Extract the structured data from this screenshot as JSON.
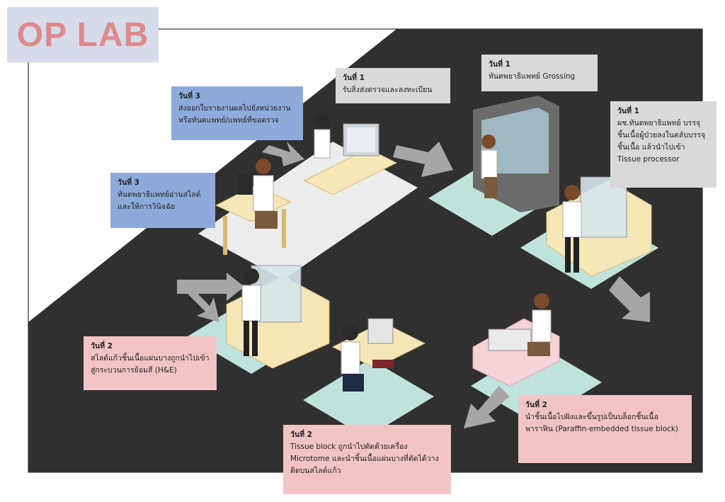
{
  "logo": {
    "text": "OP LAB"
  },
  "colors": {
    "floor_dark": "#303030",
    "tile": "#bfe3dc",
    "light_floor": "#e8e8e8",
    "arrow": "#a6a6a6",
    "note_gray": "#d9d9d9",
    "note_blue": "#8eaadb",
    "note_pink": "#f2c4c6"
  },
  "steps": [
    {
      "id": "receive",
      "day": "วันที่ 1",
      "text": "รับสิ่งส่งตรวจและลงทะเบียน"
    },
    {
      "id": "grossing",
      "day": "วันที่ 1",
      "text": "ทันตพยาธิแพทย์ Grossing"
    },
    {
      "id": "processor",
      "day": "วันที่ 1",
      "text": "ผช.ทันตพยาธิแพทย์ บรรจุชิ้นเนื้อผู้ป่วยลงในตลับบรรจุชิ้นเนื้อ แล้วนำไปเข้า Tissue processor"
    },
    {
      "id": "embedding",
      "day": "วันที่ 2",
      "text": "นำชิ้นเนื้อไปฝังและขึ้นรูปเป็นบล็อกชิ้นเนื้อพาราฟิน (Paraffin-embedded tissue block)"
    },
    {
      "id": "microtome",
      "day": "วันที่ 2",
      "text": "Tissue block ถูกนำไปตัดด้วยเครื่อง Microtome และนำชิ้นเนื้อแผ่นบางที่ตัดได้วางติดบนสไลด์แก้ว"
    },
    {
      "id": "staining",
      "day": "วันที่ 2",
      "text": "สไลด์แก้วชิ้นเนื้อแผ่นบางถูกนำไปเข้าสู่กระบวนการย้อมสี (H&E)"
    },
    {
      "id": "diagnosis",
      "day": "วันที่ 3",
      "text": "ทันตพยาธิแพทย์อ่านสไลด์และให้การวินิจฉัย"
    },
    {
      "id": "report",
      "day": "วันที่ 3",
      "text": "ส่งออกใบรายงานผลไปยังหน่วยงานหรือทันตแพทย์/แพทย์ที่ขอตรวจ"
    }
  ]
}
